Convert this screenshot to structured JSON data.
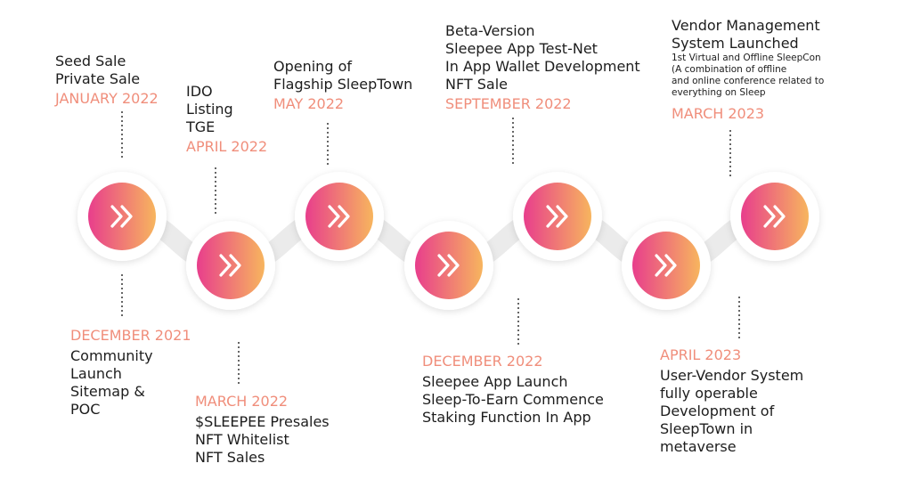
{
  "colors": {
    "gradient_start": "#e83e8c",
    "gradient_end": "#f7b55e",
    "date_text": "#f08e7b",
    "body_text": "#1d1d1d",
    "connector": "#666666",
    "track": "#ebebeb"
  },
  "icon": "double-chevron-right-icon",
  "milestones": [
    {
      "date": "JANUARY 2022",
      "lines": [
        "Seed Sale",
        "Private Sale"
      ]
    },
    {
      "date": "DECEMBER 2021",
      "lines": [
        "Community",
        "Launch",
        "Sitemap &",
        "POC"
      ]
    },
    {
      "date": "APRIL 2022",
      "lines": [
        "IDO",
        "Listing",
        "TGE"
      ]
    },
    {
      "date": "MARCH 2022",
      "lines": [
        "$SLEEPEE Presales",
        "NFT Whitelist",
        "NFT Sales"
      ]
    },
    {
      "date": "MAY 2022",
      "lines": [
        "Opening of",
        "Flagship SleepTown"
      ]
    },
    {
      "date": "SEPTEMBER 2022",
      "lines": [
        "Beta-Version",
        "Sleepee App Test-Net",
        "In App Wallet Development",
        "NFT Sale"
      ]
    },
    {
      "date": "DECEMBER 2022",
      "lines": [
        "Sleepee App Launch",
        "Sleep-To-Earn Commence",
        "Staking Function In App"
      ]
    },
    {
      "date": "MARCH 2023",
      "lines": [
        "Vendor Management",
        "System Launched"
      ],
      "small": [
        "1st Virtual and Offline SleepCon",
        "(A combination of offline",
        "and online conference related to",
        "everything on Sleep"
      ]
    },
    {
      "date": "APRIL 2023",
      "lines": [
        "User-Vendor System",
        "fully operable",
        "Development of",
        "SleepTown in",
        "metaverse"
      ]
    }
  ]
}
